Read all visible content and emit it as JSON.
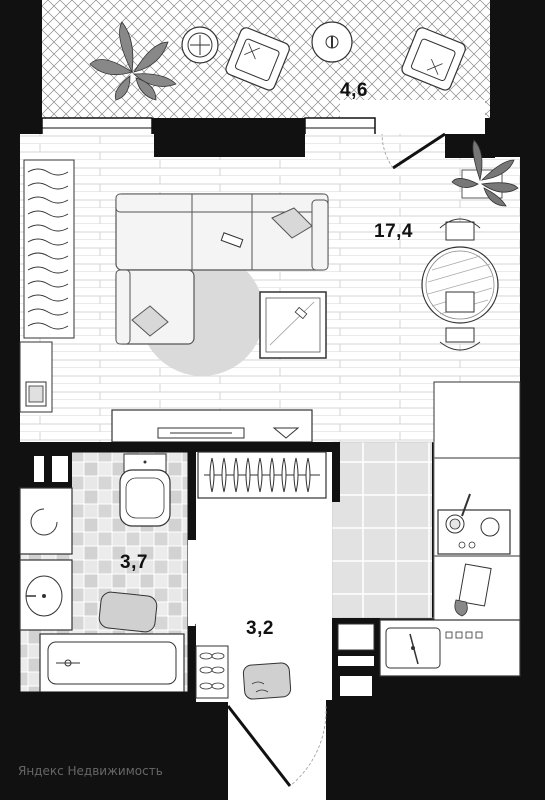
{
  "floorplan": {
    "rooms": [
      {
        "id": "balcony",
        "area": "4,6"
      },
      {
        "id": "living-room",
        "area": "17,4"
      },
      {
        "id": "bathroom",
        "area": "3,7"
      },
      {
        "id": "hallway",
        "area": "3,2"
      }
    ],
    "colors": {
      "wall": "#111111",
      "floor_wood_line": "#d4d4d4",
      "tile_light": "#e8e8e8",
      "tile_dark": "#d2d2d2",
      "kitchen_tile": "#e2e2e2",
      "rug": "#dadada",
      "furniture_fill": "#f4f4f4",
      "furniture_stroke": "#555555",
      "plant_leaf": "#777777"
    }
  },
  "watermark": {
    "text": "Яндекс Недвижимость"
  }
}
